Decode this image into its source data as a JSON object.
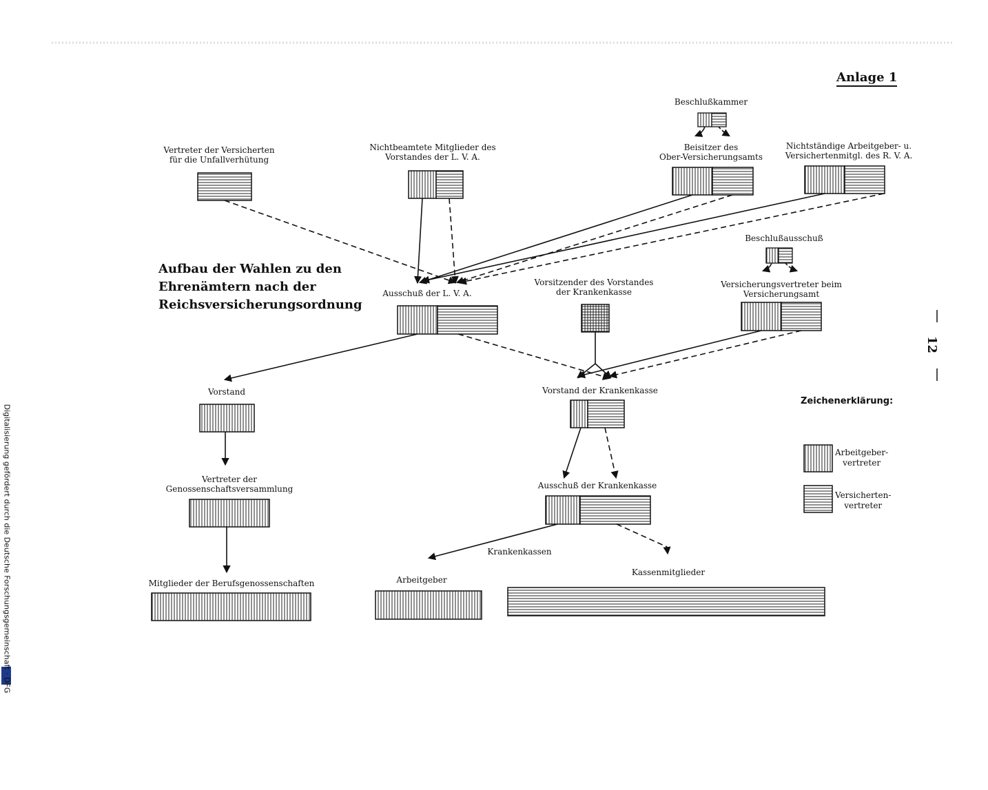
{
  "anlage": "Anlage 1",
  "title": "Aufbau der Wahlen zu den\nEhrenämtern nach der\nReichsversicherungsordnung",
  "page_number": "— 12 —",
  "side_note": "Digitalisierung gefördert durch die Deutsche Forschungsgemeinschaft",
  "side_logo": "DFG",
  "nodes": {
    "vertreter_unfall": "Vertreter der Versicherten\nfür die Unfallverhütung",
    "nichtbeamtete": "Nichtbeamtete Mitglieder des\nVorstandes der L. V. A.",
    "beschlusskammer": "Beschlußkammer",
    "beisitzer": "Beisitzer des\nOber-Versicherungsamts",
    "nichtstaendige": "Nichtständige Arbeitgeber- u.\nVersichertenmitgl. des R. V. A.",
    "beschlussausschuss": "Beschlußausschuß",
    "ausschuss_lva": "Ausschuß der L. V. A.",
    "vorsitzender": "Vorsitzender des Vorstandes\nder Krankenkasse",
    "versicherungsvertreter": "Versicherungsvertreter beim\nVersicherungsamt",
    "vorstand": "Vorstand",
    "vorstand_kk": "Vorstand der Krankenkasse",
    "vertreter_gv": "Vertreter der\nGenossenschaftsversammlung",
    "ausschuss_kk": "Ausschuß der Krankenkasse",
    "krankenkassen": "Krankenkassen",
    "mitglieder_bg": "Mitglieder der Berufsgenossenschaften",
    "arbeitgeber": "Arbeitgeber",
    "kassenmitglieder": "Kassenmitglieder"
  },
  "legend": {
    "title": "Zeichenerklärung:",
    "employer": "Arbeitgeber-\nvertreter",
    "insured": "Versicherten-\nvertreter"
  }
}
